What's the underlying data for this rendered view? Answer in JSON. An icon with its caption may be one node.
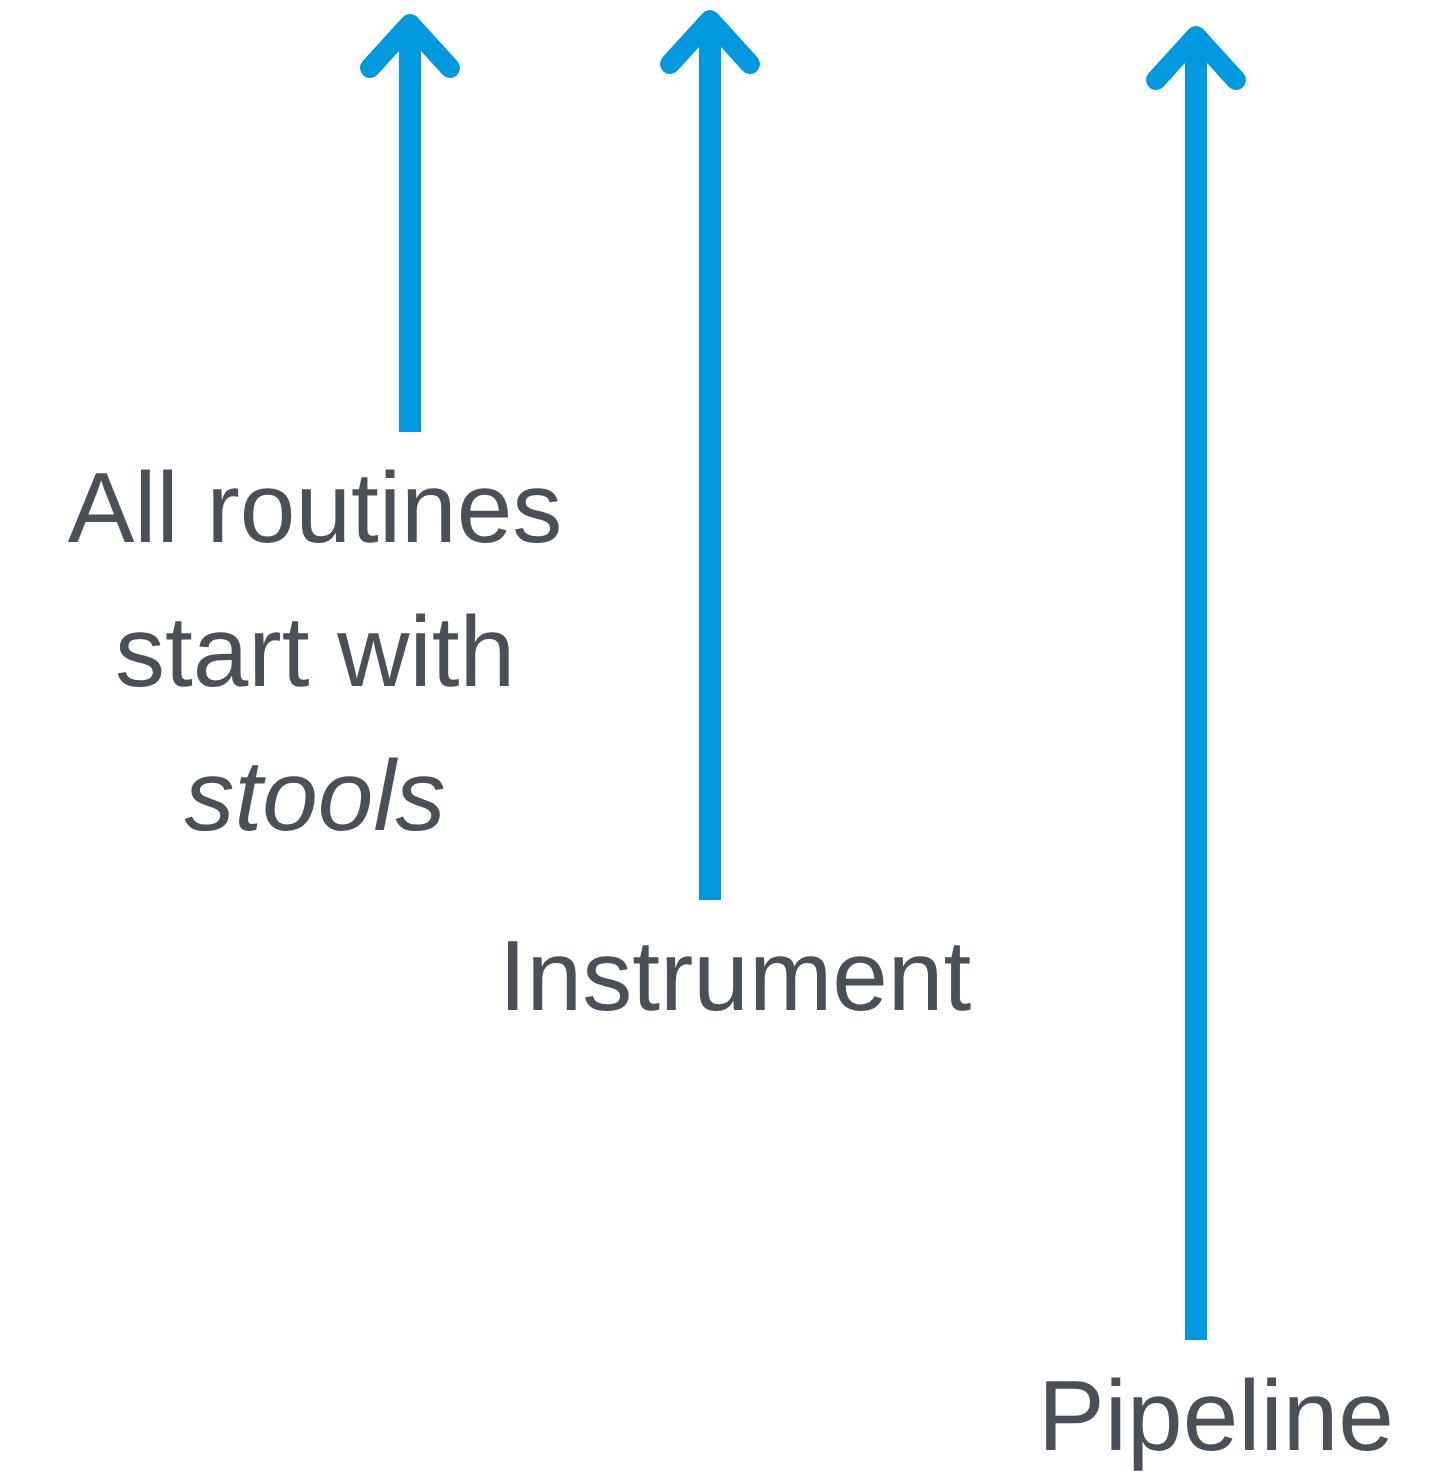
{
  "diagram": {
    "nodes": [
      {
        "text": [
          "All routines start with *stools*"
        ]
      },
      {
        "text": [
          "Instrument"
        ]
      },
      {
        "text": [
          "Pipeline"
        ]
      }
    ],
    "edges": [
      {
        "from": 0,
        "to": null,
        "arrow": "to"
      },
      {
        "from": 1,
        "to": null,
        "arrow": "to"
      },
      {
        "from": 2,
        "to": null,
        "arrow": "to"
      }
    ]
  }
}
